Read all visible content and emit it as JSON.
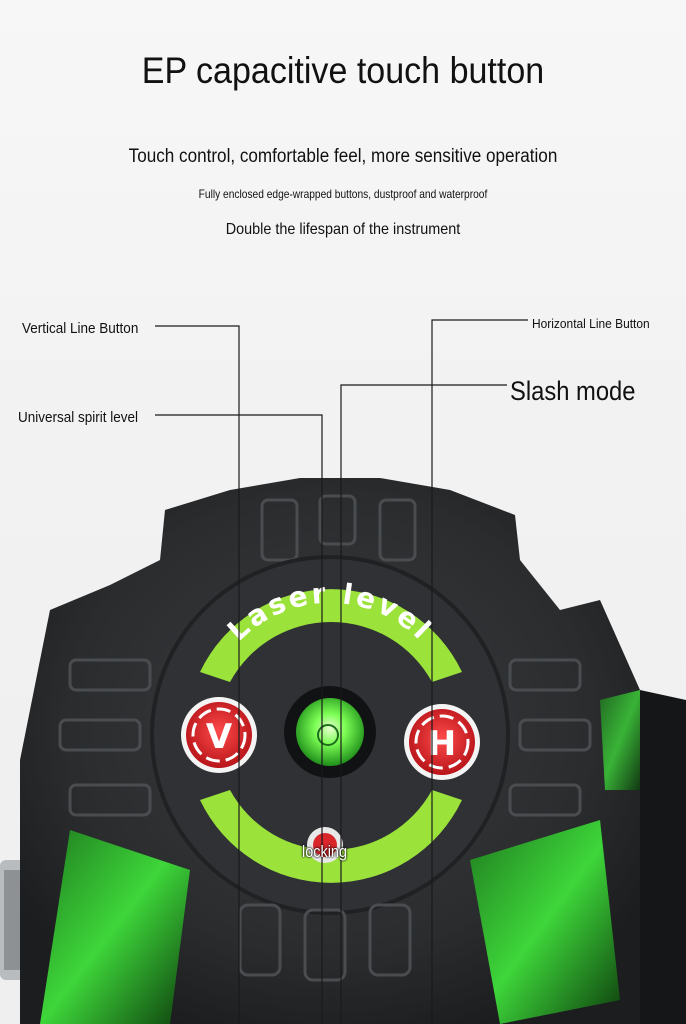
{
  "heading": "EP capacitive touch button",
  "subtitles": [
    "Touch control, comfortable feel, more sensitive operation",
    "Fully enclosed edge-wrapped buttons, dustproof and waterproof",
    "Double the lifespan of the instrument"
  ],
  "callouts": {
    "vertical": "Vertical Line Button",
    "spirit": "Universal spirit level",
    "horizontal": "Horizontal Line Button",
    "slash": "Slash mode",
    "locking": "locking"
  },
  "device": {
    "arc_text": "Laser level",
    "left_button": "V",
    "right_button": "H"
  },
  "colors": {
    "accent_green": "#9be33b",
    "button_red": "#d8262b",
    "body_dark": "#2b2d2f"
  }
}
